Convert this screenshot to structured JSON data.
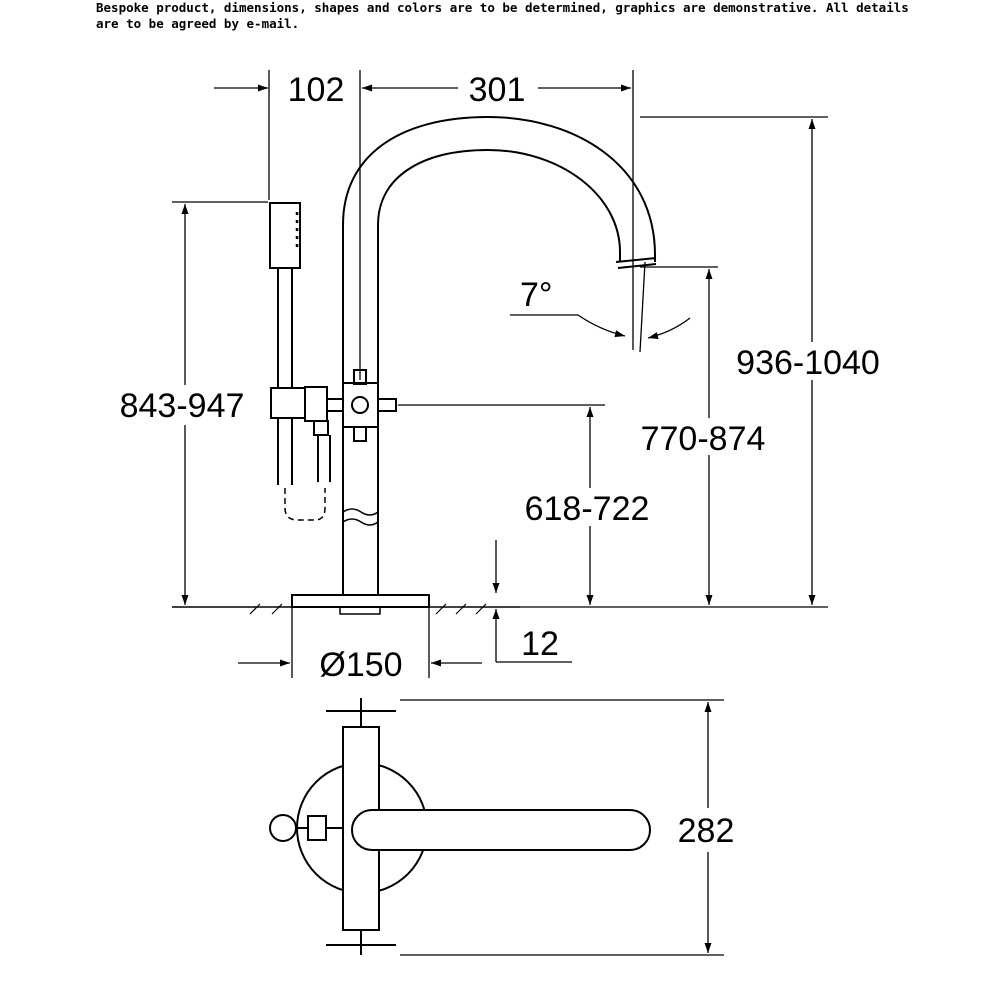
{
  "disclaimer": "Bespoke product, dimensions, shapes and colors are to be determined, graphics are demonstrative. All details are to be agreed by e-mail.",
  "dimensions": {
    "handshower_offset": "102",
    "spout_reach": "301",
    "spout_angle": "7°",
    "total_height": "936-1040",
    "handshower_height": "843-947",
    "spout_outlet_height": "770-874",
    "handle_height": "618-722",
    "base_thickness": "12",
    "base_diameter": "Ø150",
    "plan_depth": "282"
  }
}
